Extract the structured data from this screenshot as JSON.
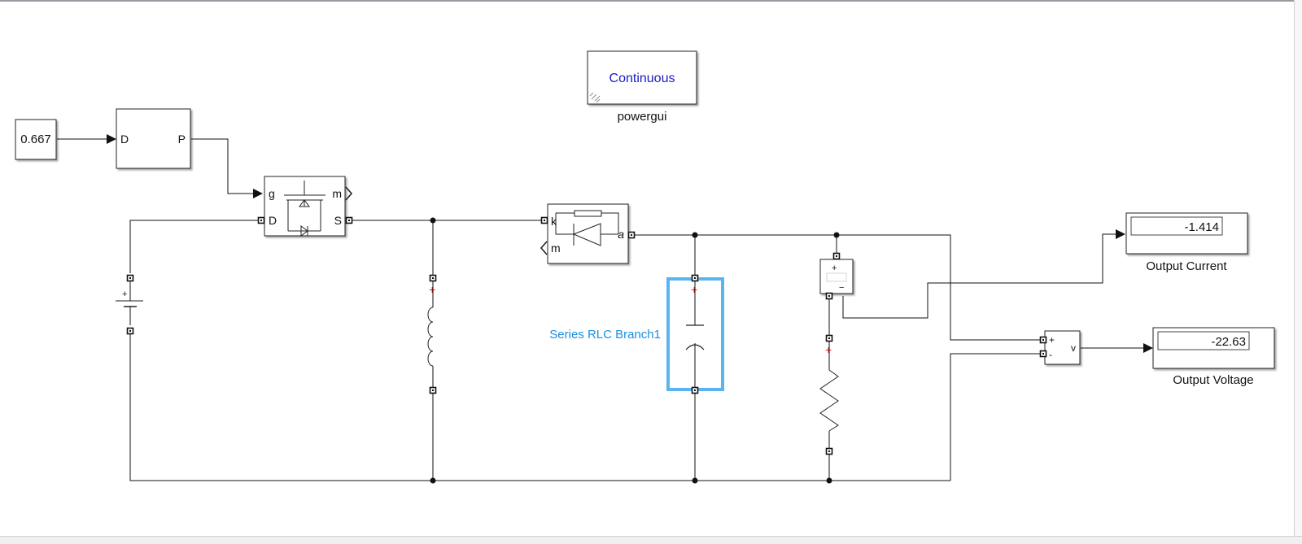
{
  "powergui": {
    "mode": "Continuous",
    "label": "powergui"
  },
  "constant": {
    "value": "0.667"
  },
  "pwm": {
    "port_in": "D",
    "port_out": "P"
  },
  "mosfet": {
    "port_g": "g",
    "port_m": "m",
    "port_d": "D",
    "port_s": "S"
  },
  "diode": {
    "port_k": "k",
    "port_m": "m",
    "port_a": "a"
  },
  "battery": {
    "plus": "+"
  },
  "rlc_branch": {
    "label": "Series RLC Branch1"
  },
  "current_meas": {
    "plus": "+",
    "minus": "−"
  },
  "voltage_meas": {
    "plus": "+",
    "minus": "-",
    "out": "v"
  },
  "display_current": {
    "value": "-1.414",
    "label": "Output Current"
  },
  "display_voltage": {
    "value": "-22.63",
    "label": "Output Voltage"
  },
  "colors": {
    "selection": "#5ab4f0",
    "label_blue": "#1a8fe0",
    "powergui_text": "#1a1ac8",
    "polarity": "#e02020"
  }
}
